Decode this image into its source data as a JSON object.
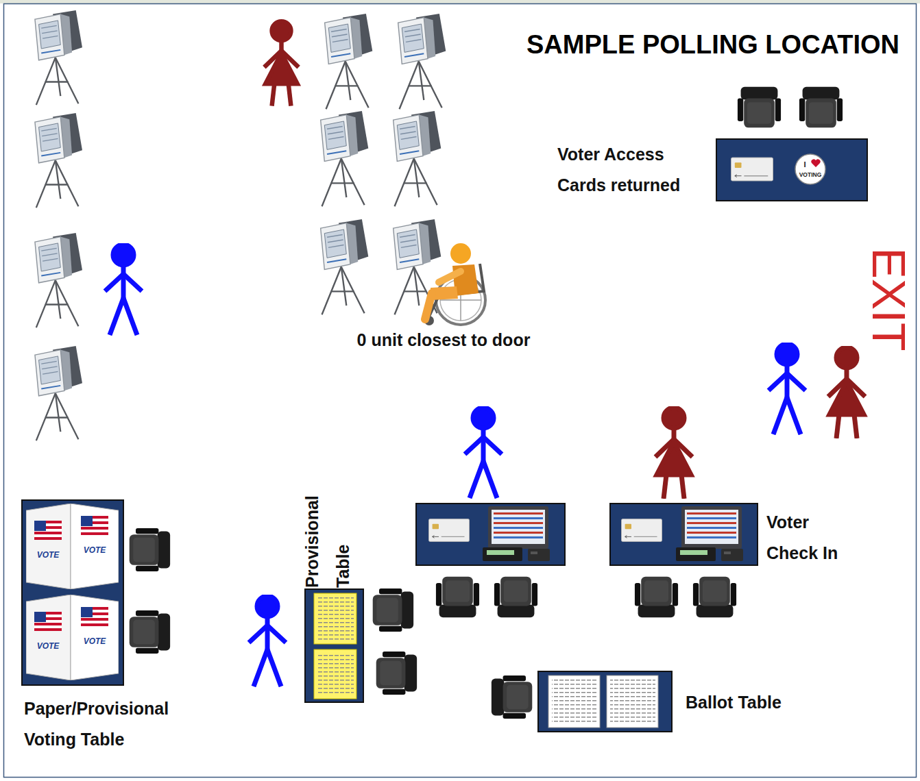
{
  "diagram": {
    "title": "SAMPLE POLLING LOCATION",
    "labels": [
      "Voter Access Cards returned",
      "I",
      "VOTING",
      "0 unit closest to door",
      "EXIT",
      "Voter Check In",
      "Provisional Table",
      "Paper/Provisional Voting Table",
      "Ballot Table",
      "VOTE",
      "VOTE",
      "VOTE",
      "VOTE"
    ]
  }
}
